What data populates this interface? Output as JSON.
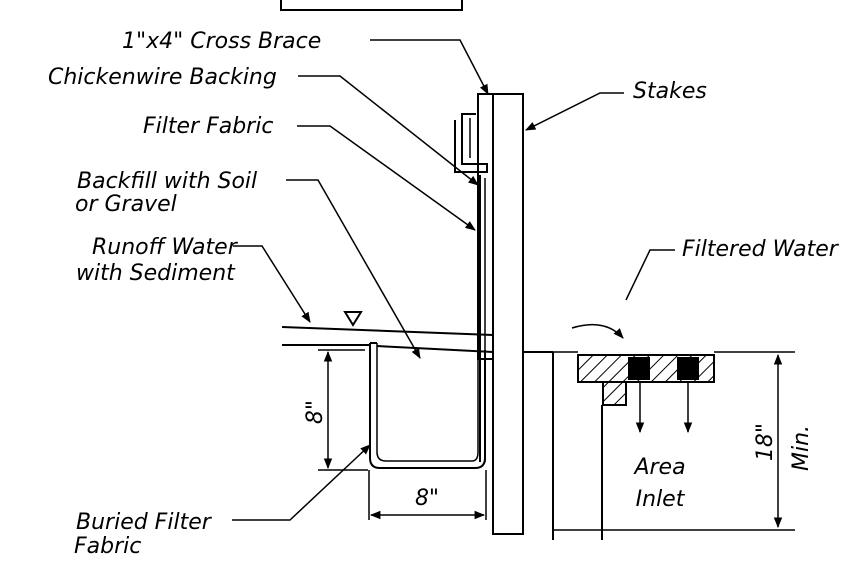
{
  "labels": {
    "cross_brace": "1\"x4\" Cross Brace",
    "chickenwire": "Chickenwire Backing",
    "stakes": "Stakes",
    "filter_fabric": "Filter Fabric",
    "backfill_1": "Backfill with Soil",
    "backfill_2": "or Gravel",
    "filtered_water": "Filtered Water",
    "runoff_1": "Runoff Water",
    "runoff_2": "with Sediment",
    "dim_8_vert": "8\"",
    "dim_8_horiz": "8\"",
    "dim_18": "18\"",
    "dim_min": "Min.",
    "area": "Area",
    "inlet": "Inlet",
    "buried_1": "Buried Filter",
    "buried_2": "Fabric"
  }
}
